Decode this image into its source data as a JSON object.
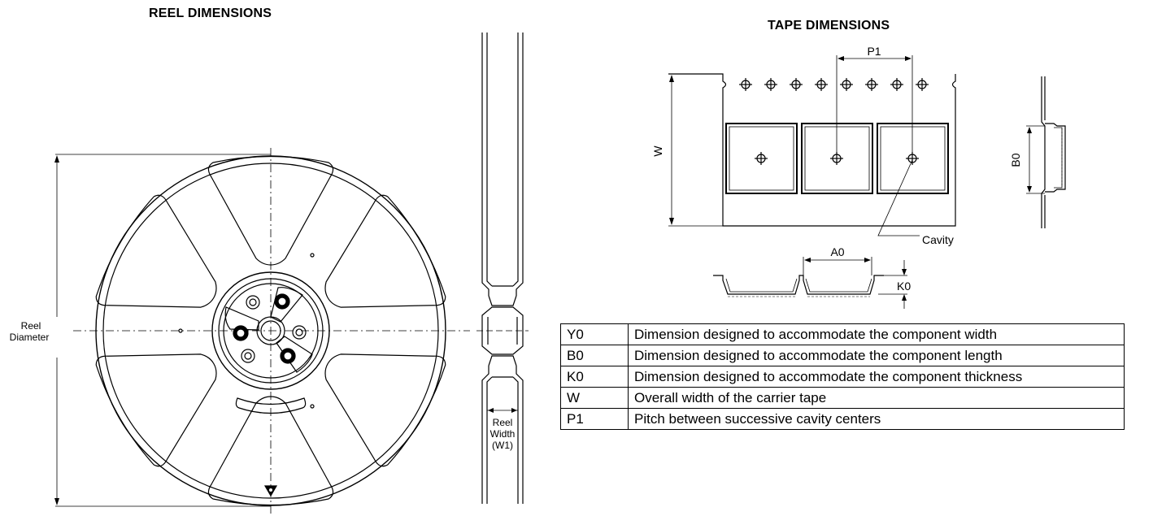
{
  "reel": {
    "title": "REEL DIMENSIONS",
    "diameter_label_line1": "Reel",
    "diameter_label_line2": "Diameter",
    "width_label_line1": "Reel",
    "width_label_line2": "Width",
    "width_label_line3": "(W1)"
  },
  "tape": {
    "title": "TAPE DIMENSIONS",
    "label_p1": "P1",
    "label_w": "W",
    "label_b0": "B0",
    "label_cavity": "Cavity",
    "label_a0": "A0",
    "label_k0": "K0"
  },
  "table": {
    "rows": [
      {
        "symbol": "Y0",
        "description": "Dimension designed to accommodate the component width"
      },
      {
        "symbol": "B0",
        "description": "Dimension designed to  accommodate the component length"
      },
      {
        "symbol": "K0",
        "description": "Dimension designed to  accommodate the component thickness"
      },
      {
        "symbol": "W",
        "description": "Overall width of the carrier tape"
      },
      {
        "symbol": "P1",
        "description": "Pitch between successive cavity centers"
      }
    ]
  }
}
